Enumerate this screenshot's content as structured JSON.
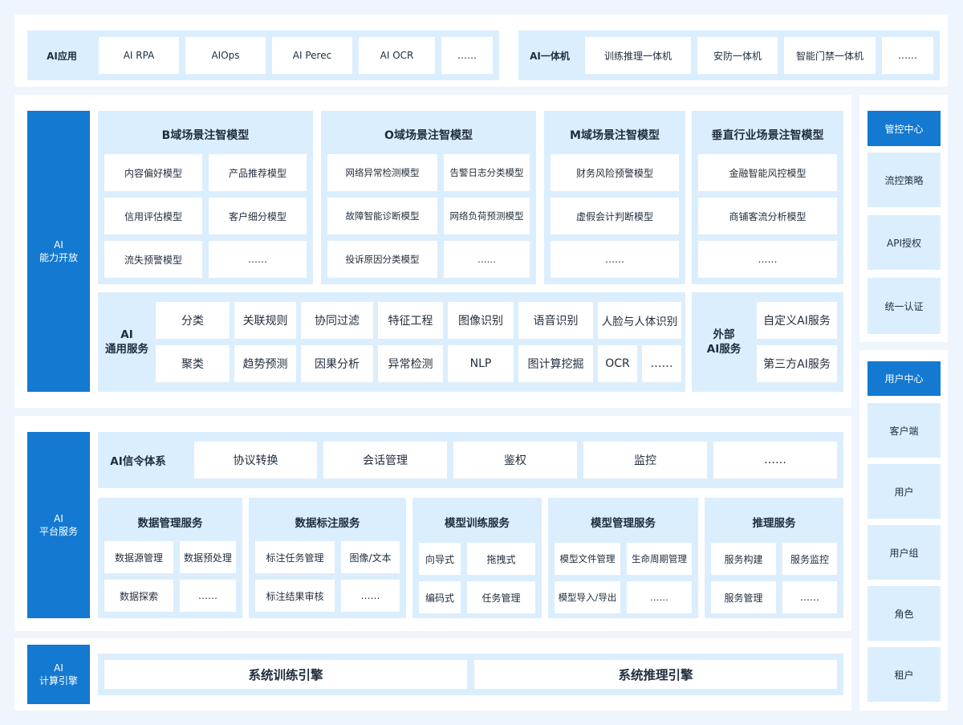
{
  "top": {
    "ai_apps": {
      "title": "AI应用",
      "items": [
        "AI RPA",
        "AIOps",
        "AI Perec",
        "AI OCR",
        "……"
      ]
    },
    "ai_machines": {
      "title": "AI一体机",
      "items": [
        "训练推理一体机",
        "安防一体机",
        "智能门禁一体机",
        "……"
      ]
    }
  },
  "capability": {
    "side_label": "AI\n能力开放",
    "domains": [
      {
        "title": "B域场景注智模型",
        "items": [
          "内容偏好模型",
          "产品推荐模型",
          "信用评估模型",
          "客户细分模型",
          "流失预警模型",
          "……"
        ]
      },
      {
        "title": "O域场景注智模型",
        "items": [
          "网络异常检测模型",
          "告警日志分类模型",
          "故障智能诊断模型",
          "网络负荷预测模型",
          "投诉原因分类模型",
          "……"
        ]
      },
      {
        "title": "M域场景注智模型",
        "items": [
          "财务风险预警模型",
          "虚假会计判断模型",
          "……"
        ]
      },
      {
        "title": "垂直行业场景注智模型",
        "items": [
          "金融智能风控模型",
          "商铺客流分析模型",
          "……"
        ]
      }
    ],
    "general": {
      "title": "AI\n通用服务",
      "row1": [
        "分类",
        "关联规则",
        "协同过滤",
        "特征工程",
        "图像识别",
        "语音识别",
        "人脸与人体识别"
      ],
      "row2": [
        "聚类",
        "趋势预测",
        "因果分析",
        "异常检测",
        "NLP",
        "图计算挖掘",
        "OCR",
        "……"
      ]
    },
    "external": {
      "title": "外部\nAI服务",
      "items": [
        "自定义AI服务",
        "第三方AI服务"
      ]
    }
  },
  "platform": {
    "side_label": "AI\n平台服务",
    "signal": {
      "title": "AI信令体系",
      "items": [
        "协议转换",
        "会话管理",
        "鉴权",
        "监控",
        "……"
      ]
    },
    "services": [
      {
        "title": "数据管理服务",
        "items": [
          "数据源管理",
          "数据预处理",
          "数据探索",
          "……"
        ]
      },
      {
        "title": "数据标注服务",
        "items": [
          "标注任务管理",
          "图像/文本",
          "标注结果审核",
          "……"
        ]
      },
      {
        "title": "模型训练服务",
        "items": [
          "向导式",
          "拖拽式",
          "编码式",
          "任务管理"
        ]
      },
      {
        "title": "模型管理服务",
        "items": [
          "模型文件管理",
          "生命周期管理",
          "模型导入/导出",
          "……"
        ]
      },
      {
        "title": "推理服务",
        "items": [
          "服务构建",
          "服务监控",
          "服务管理",
          "……"
        ]
      }
    ]
  },
  "compute": {
    "side_label": "AI\n计算引擎",
    "items": [
      "系统训练引擎",
      "系统推理引擎"
    ]
  },
  "control_center": {
    "title": "管控中心",
    "items": [
      "流控策略",
      "API授权",
      "统一认证"
    ]
  },
  "user_center": {
    "title": "用户中心",
    "items": [
      "客户端",
      "用户",
      "用户组",
      "角色",
      "租户"
    ]
  }
}
